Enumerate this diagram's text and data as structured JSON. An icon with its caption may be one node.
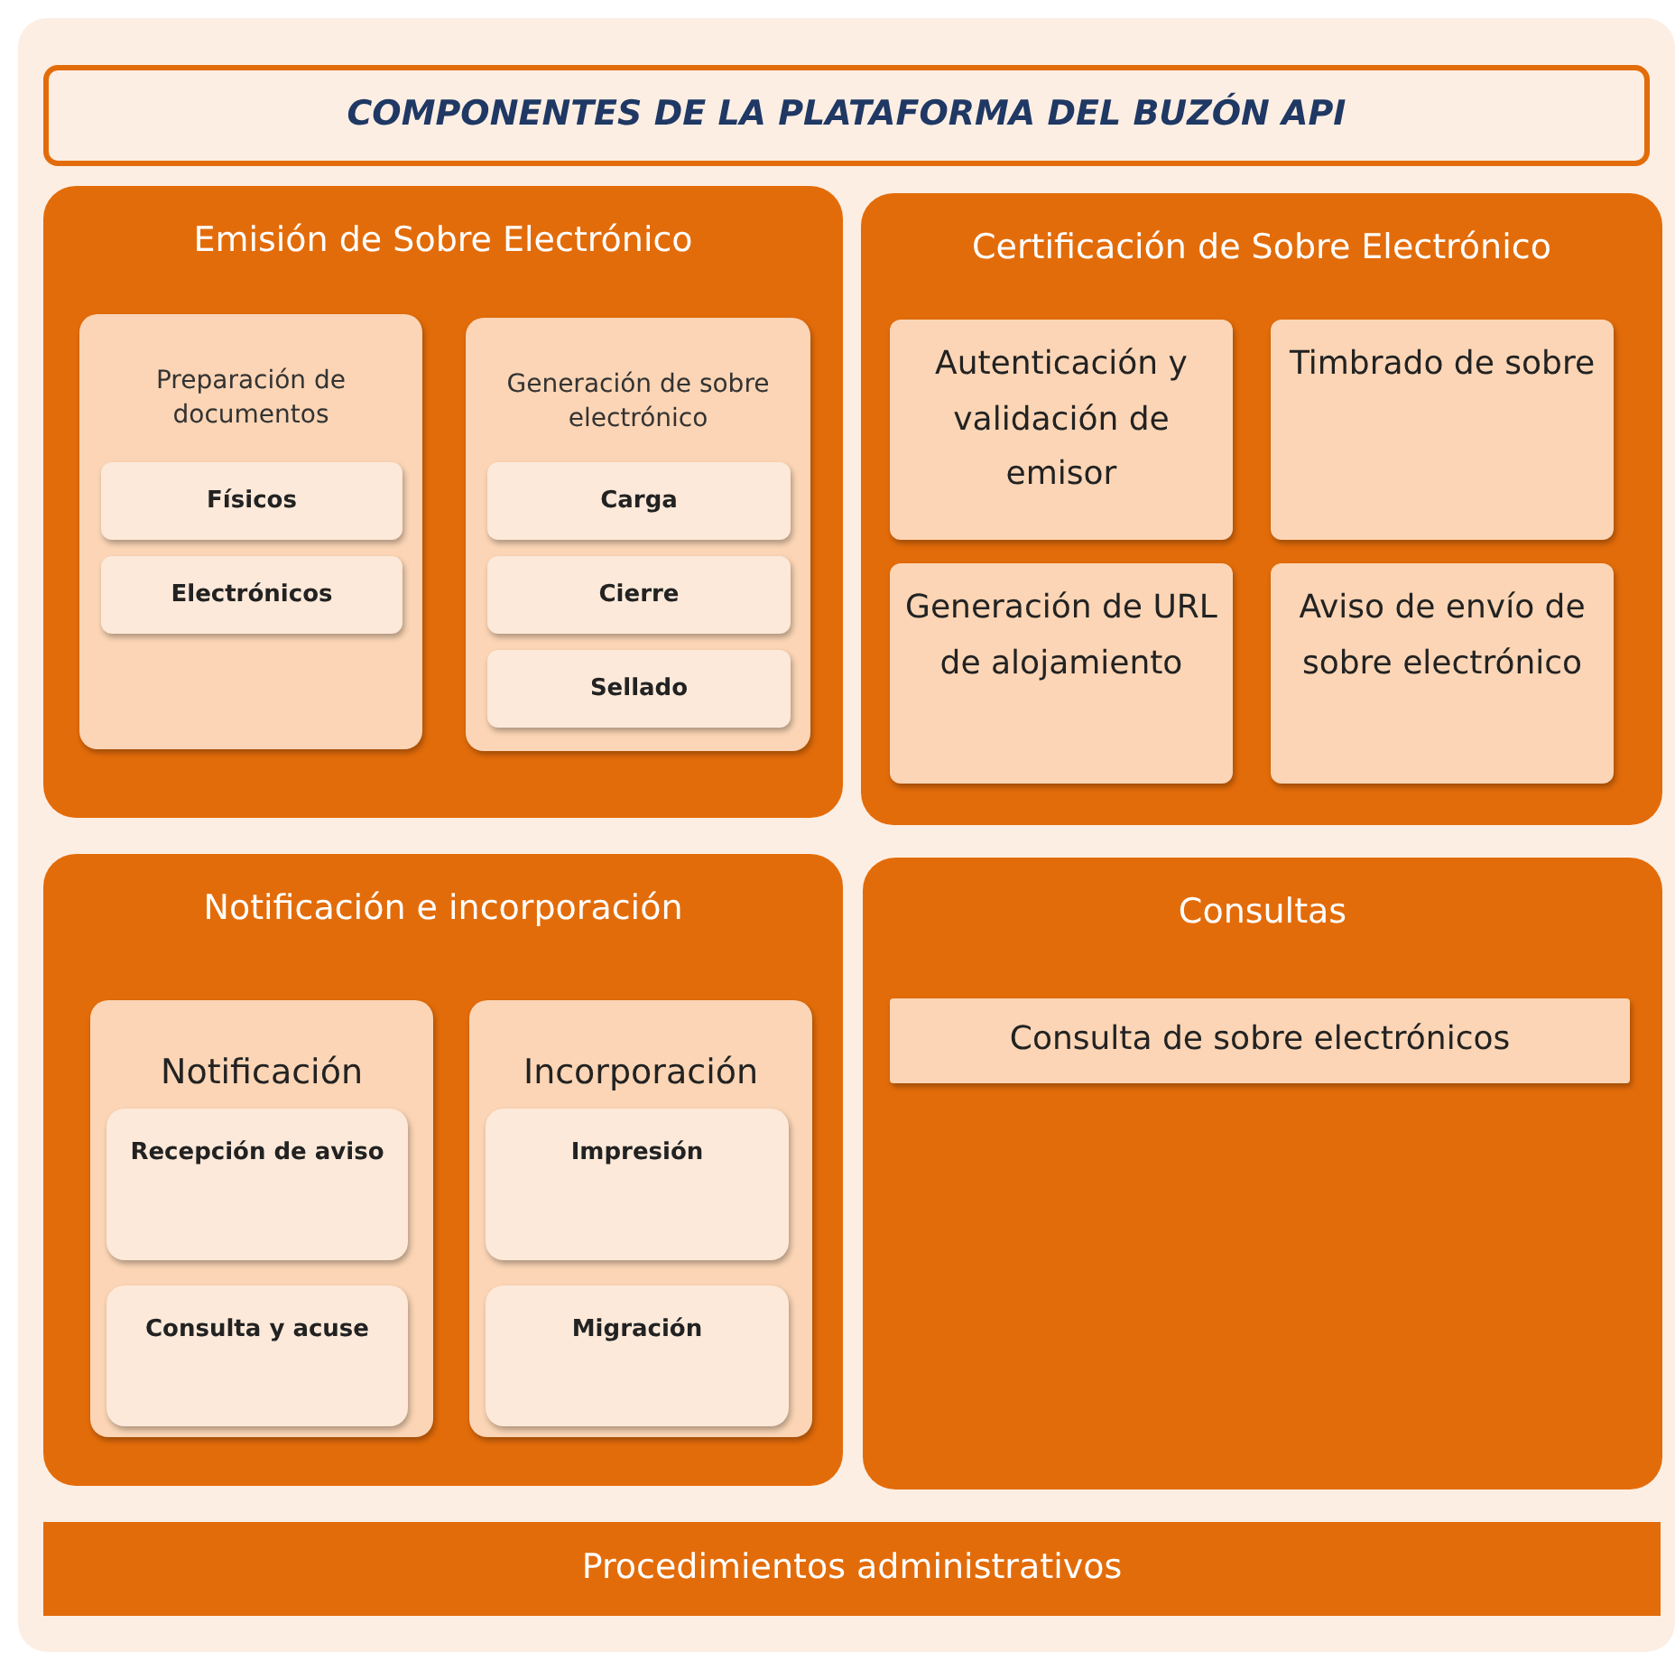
{
  "diagram": {
    "nodes": [
      {
        "text": [
          "COMPONENTES DE LA PLATAFORMA DEL BUZÓN API"
        ]
      },
      {
        "text": [
          "Emisión de Sobre Electrónico"
        ]
      },
      {
        "text": [
          "Preparación de documentos"
        ],
        "in": 1
      },
      {
        "text": [
          "Físicos"
        ],
        "in": 2
      },
      {
        "text": [
          "Electrónicos"
        ],
        "in": 2
      },
      {
        "text": [
          "Generación de sobre electrónico"
        ],
        "in": 1
      },
      {
        "text": [
          "Carga"
        ],
        "in": 5
      },
      {
        "text": [
          "Cierre"
        ],
        "in": 5
      },
      {
        "text": [
          "Sellado"
        ],
        "in": 5
      },
      {
        "text": [
          "Certificación de Sobre Electrónico"
        ]
      },
      {
        "text": [
          "Autenticación y validación de emisor"
        ],
        "in": 9
      },
      {
        "text": [
          "Timbrado de sobre"
        ],
        "in": 9
      },
      {
        "text": [
          "Generación de URL de alojamiento"
        ],
        "in": 9
      },
      {
        "text": [
          "Aviso de envío de sobre electrónico"
        ],
        "in": 9
      },
      {
        "text": [
          "Notificación e incorporación"
        ]
      },
      {
        "text": [
          "Notificación"
        ],
        "in": 14
      },
      {
        "text": [
          "Recepción de aviso"
        ],
        "in": 15
      },
      {
        "text": [
          "Consulta y acuse"
        ],
        "in": 15
      },
      {
        "text": [
          "Incorporación"
        ],
        "in": 14
      },
      {
        "text": [
          "Impresión"
        ],
        "in": 18
      },
      {
        "text": [
          "Migración"
        ],
        "in": 18
      },
      {
        "text": [
          "Consultas"
        ]
      },
      {
        "text": [
          "Consulta de sobre electrónicos"
        ],
        "in": 21
      },
      {
        "text": [
          "Procedimientos administrativos"
        ]
      }
    ]
  }
}
